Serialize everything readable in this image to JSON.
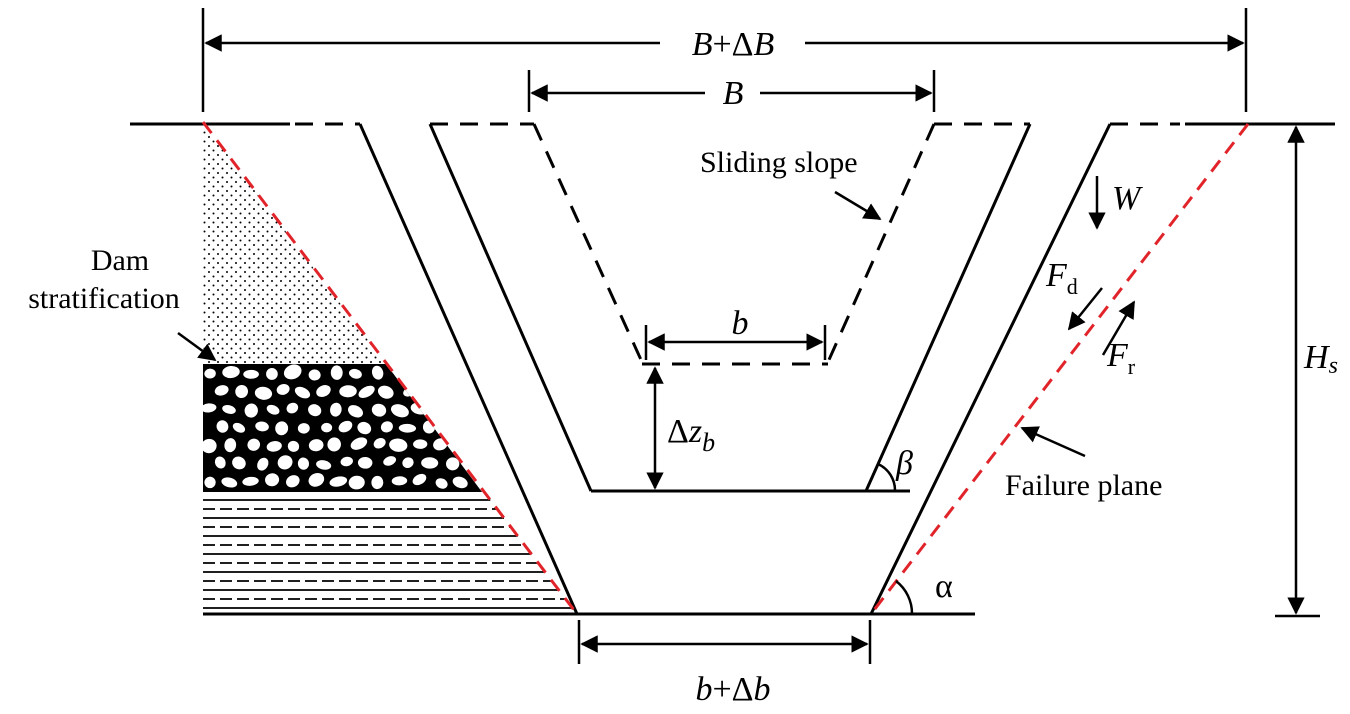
{
  "labels": {
    "dam_stratification_line1": "Dam",
    "dam_stratification_line2": "stratification",
    "sliding_slope": "Sliding slope",
    "failure_plane": "Failure plane"
  },
  "dimensions": {
    "top_total_var": "B",
    "top_total_plus": "+",
    "top_total_delta": "Δ",
    "top_total_var2": "B",
    "top_width": "B",
    "bottom_inner": "b",
    "bottom_total_var": "b",
    "bottom_total_plus": "+",
    "bottom_total_delta": "Δ",
    "bottom_total_var2": "b",
    "delta_z_delta": "Δ",
    "delta_z_var": "z",
    "delta_z_sub": "b",
    "height_var": "H",
    "height_sub": "s"
  },
  "forces": {
    "weight": "W",
    "driving_var": "F",
    "driving_sub": "d",
    "resisting_var": "F",
    "resisting_sub": "r"
  },
  "angles": {
    "beta": "β",
    "alpha": "α"
  },
  "colors": {
    "failure_plane": "#e0242a",
    "lines": "#000000"
  }
}
